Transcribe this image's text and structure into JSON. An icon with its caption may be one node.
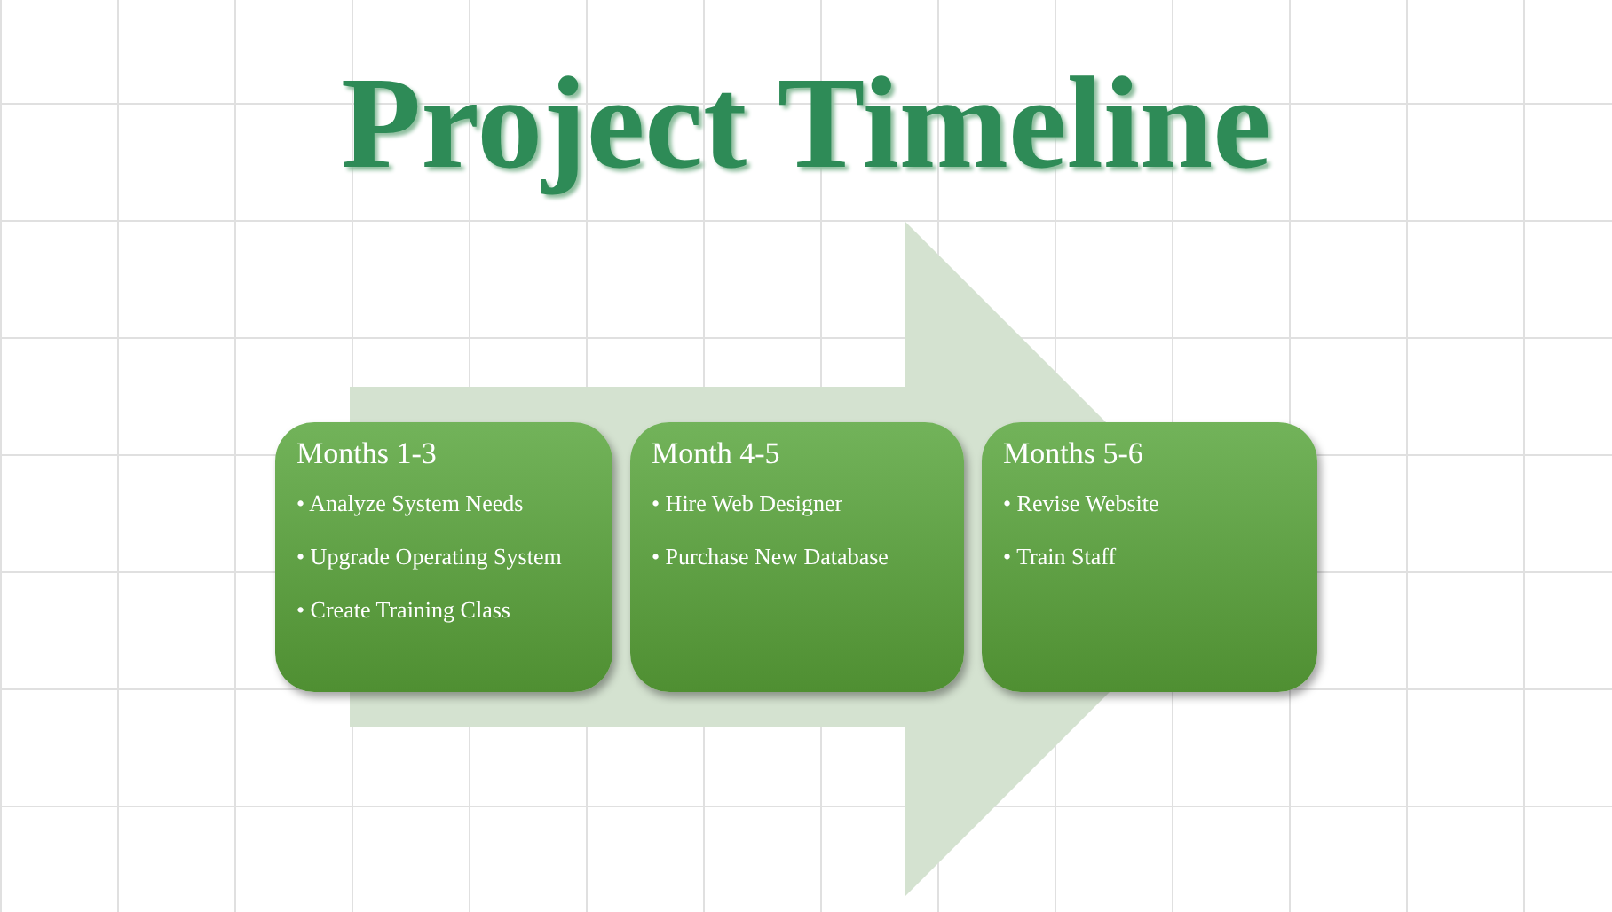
{
  "diagram": {
    "title": "Project Timeline",
    "nodes": [
      {
        "text": [
          "Months 1-3",
          "• Analyze System Needs",
          "• Upgrade Operating System",
          "• Create Training Class"
        ]
      },
      {
        "text": [
          "Month 4-5",
          "• Hire Web Designer",
          "• Purchase New Database"
        ]
      },
      {
        "text": [
          "Months 5-6",
          "• Revise Website",
          "• Train Staff"
        ]
      }
    ],
    "edges": [
      {
        "from": 0,
        "to": 2,
        "arrow": "to"
      }
    ]
  }
}
